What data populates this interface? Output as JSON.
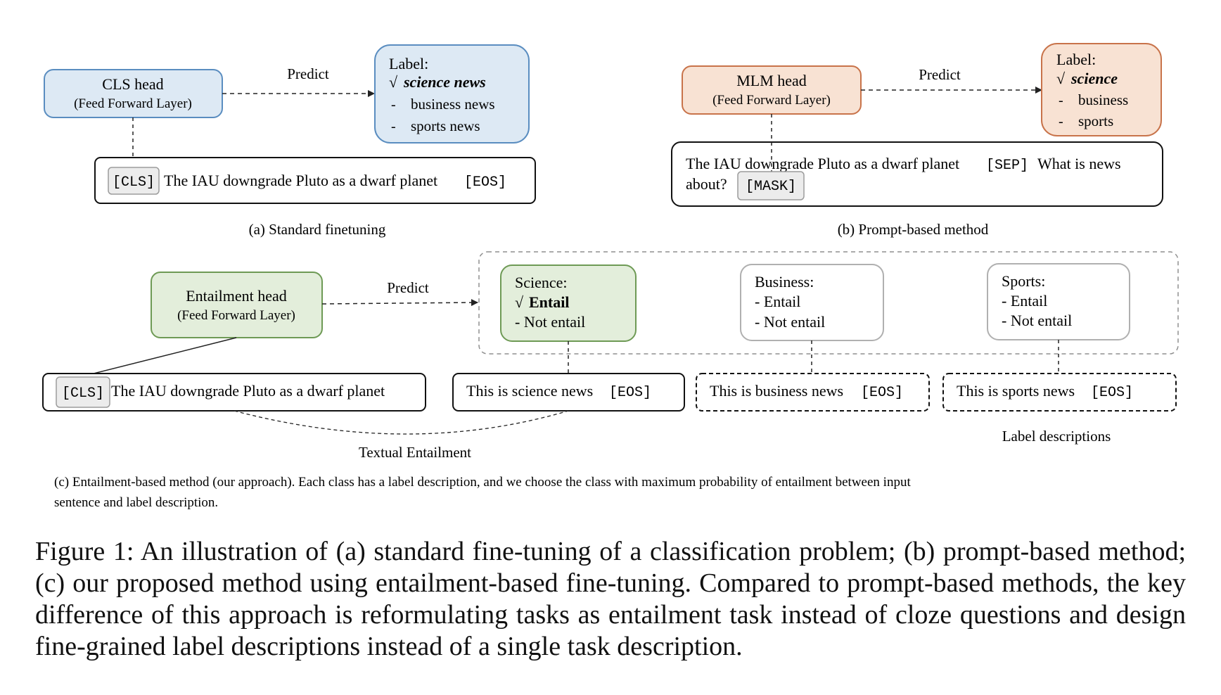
{
  "colors": {
    "cls_fill": "#dde9f4",
    "cls_stroke": "#5a8dc0",
    "mlm_fill": "#f8e2d3",
    "mlm_stroke": "#c8734a",
    "ent_fill": "#e3eedb",
    "ent_stroke": "#6e9a55",
    "token_fill": "#ececec",
    "token_stroke": "#9c9c9c",
    "neutral_stroke": "#b0b0b0",
    "line": "#222222"
  },
  "panel_a": {
    "head_title": "CLS head",
    "head_sub": "(Feed Forward Layer)",
    "predict": "Predict",
    "label_title": "Label:",
    "check": "√",
    "label_correct": "science news",
    "label_other_1": "business news",
    "label_other_2": "sports news",
    "dash": "-",
    "token_cls": "[CLS]",
    "sentence": "The IAU downgrade Pluto as a dwarf planet",
    "token_eos": "[EOS]",
    "caption": "(a) Standard finetuning"
  },
  "panel_b": {
    "head_title": "MLM head",
    "head_sub": "(Feed Forward Layer)",
    "predict": "Predict",
    "label_title": "Label:",
    "check": "√",
    "label_correct": "science",
    "label_other_1": "business",
    "label_other_2": "sports",
    "dash": "-",
    "sentence_1": "The IAU downgrade Pluto as a dwarf planet",
    "token_sep": "[SEP]",
    "sentence_2": "What is news",
    "sentence_3": "about?",
    "token_mask": "[MASK]",
    "caption": "(b) Prompt-based method"
  },
  "panel_c": {
    "head_title": "Entailment head",
    "head_sub": "(Feed Forward Layer)",
    "predict": "Predict",
    "token_cls": "[CLS]",
    "sentence": "The IAU downgrade Pluto as a dwarf planet",
    "classes": [
      {
        "name": "Science:",
        "check": "√",
        "line1": "Entail",
        "line2": "- Not entail",
        "description": "This is science news",
        "eos": "[EOS]"
      },
      {
        "name": "Business:",
        "line1": "- Entail",
        "line2": "- Not entail",
        "description": "This is business news",
        "eos": "[EOS]"
      },
      {
        "name": "Sports:",
        "line1": "- Entail",
        "line2": "- Not entail",
        "description": "This is sports news",
        "eos": "[EOS]"
      }
    ],
    "textual_entailment": "Textual Entailment",
    "label_descriptions": "Label descriptions",
    "caption_line1": "(c) Entailment-based method (our approach). Each class has a label description, and we choose the class with maximum probability of entailment between input",
    "caption_line2": "sentence and label description."
  },
  "figure_caption": "Figure 1: An illustration of (a) standard fine-tuning of a classification problem; (b) prompt-based method; (c) our proposed method using entailment-based fine-tuning. Compared to prompt-based methods, the key difference of this approach is reformulating tasks as entailment task instead of cloze questions and design fine-grained label descriptions instead of a single task description."
}
